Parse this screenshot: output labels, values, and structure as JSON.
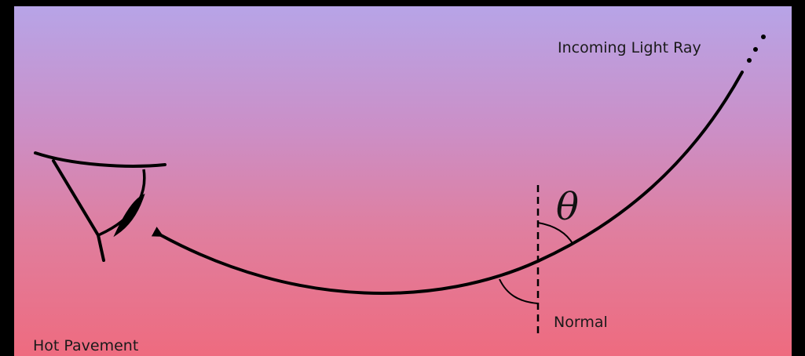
{
  "labels": {
    "incoming_light_ray": "Incoming Light Ray",
    "theta": "θ",
    "normal": "Normal",
    "hot_pavement": "Hot Pavement"
  },
  "colors": {
    "background": "#000000",
    "gradient_top": "#b7a4e7",
    "gradient_bottom": "#ee6b7f",
    "stroke": "#000000"
  }
}
